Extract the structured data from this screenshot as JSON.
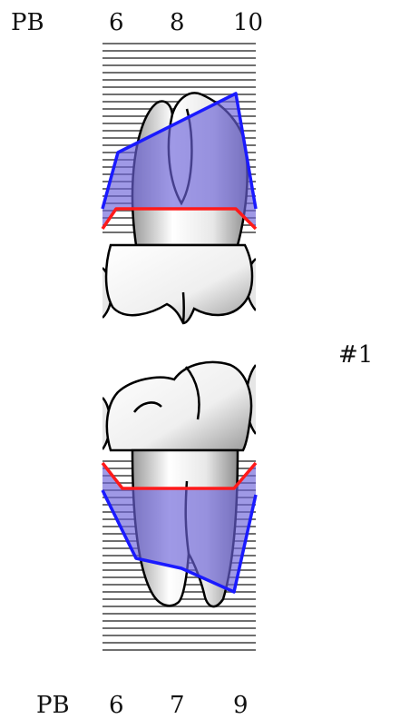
{
  "top": {
    "pb_label": "PB",
    "values": [
      "6",
      "8",
      "10"
    ]
  },
  "bottom": {
    "pb_label": "PB",
    "values": [
      "6",
      "7",
      "9"
    ]
  },
  "tooth_number": "#1",
  "colors": {
    "blue_outline": "#1a1aff",
    "fill": "#6b63d8",
    "red_line": "#ff1a1a",
    "lines": "#777777"
  }
}
